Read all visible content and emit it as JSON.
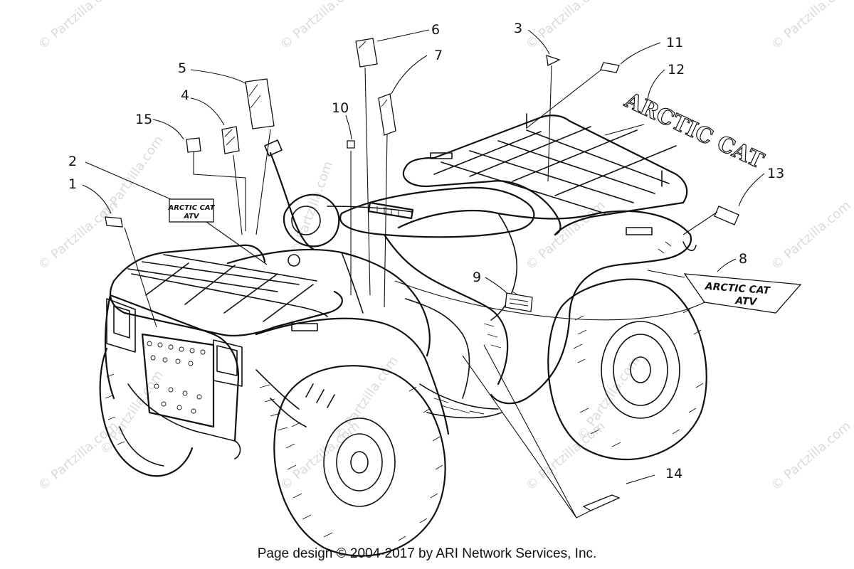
{
  "callouts": [
    "1",
    "2",
    "3",
    "4",
    "5",
    "6",
    "7",
    "8",
    "9",
    "10",
    "11",
    "12",
    "13",
    "14",
    "15"
  ],
  "decals": {
    "badge_left": {
      "line1": "ARCTIC CAT",
      "line2": "ATV"
    },
    "badge_right": {
      "line1": "ARCTIC CAT",
      "line2": "ATV"
    },
    "logo_12": "ARCTIC CAT"
  },
  "watermark": "© Partzilla.com",
  "footer": "Page design © 2004-2017 by ARI Network Services, Inc."
}
